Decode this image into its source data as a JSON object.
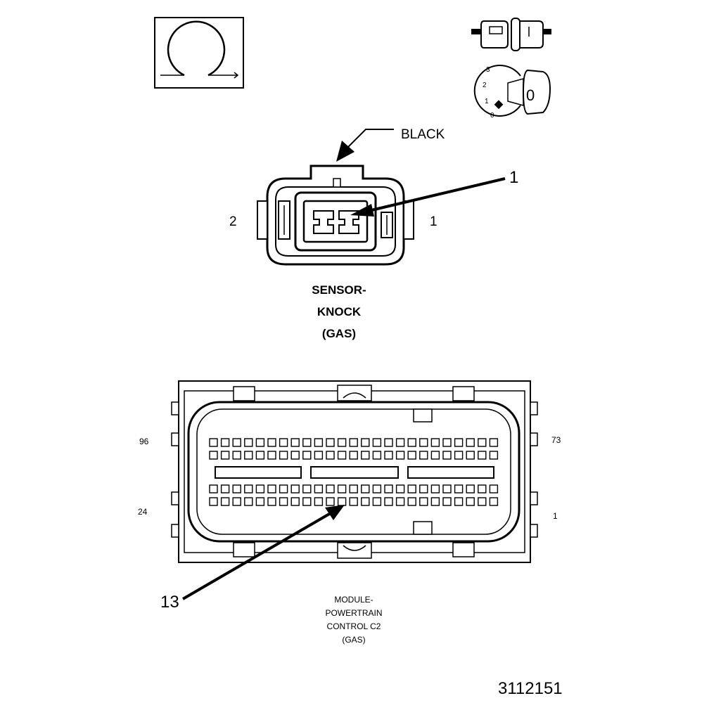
{
  "knock_sensor": {
    "wire_color": "BLACK",
    "callout": "1",
    "pin_left": "2",
    "pin_right": "1",
    "title_line1": "SENSOR-",
    "title_line2": "KNOCK",
    "title_line3": "(GAS)"
  },
  "pcm_connector": {
    "callout": "13",
    "pin_top_left": "96",
    "pin_top_right": "73",
    "pin_bottom_left": "24",
    "pin_bottom_right": "1",
    "title_line1": "MODULE-",
    "title_line2": "POWERTRAIN",
    "title_line3": "CONTROL C2",
    "title_line4": "(GAS)"
  },
  "key_icon": {
    "positions": [
      "3",
      "2",
      "1",
      "0"
    ],
    "current": "0"
  },
  "figure_id": "3112151"
}
